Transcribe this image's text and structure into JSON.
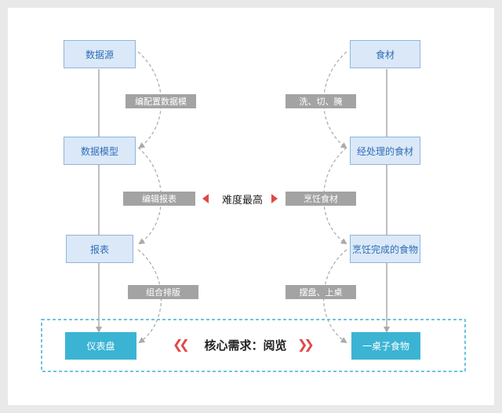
{
  "left_flow": {
    "nodes": [
      "数据源",
      "数据模型",
      "报表"
    ],
    "final": "仪表盘",
    "steps": [
      "编配置数据模",
      "编辑报表",
      "组合排版"
    ]
  },
  "right_flow": {
    "nodes": [
      "食材",
      "经处理的食材",
      "烹饪完成的食物"
    ],
    "final": "一桌子食物",
    "steps": [
      "洗、切、腌",
      "烹饪食材",
      "摆盘、上桌"
    ]
  },
  "difficulty_label": "难度最高",
  "core_label": "核心需求：阅览",
  "colors": {
    "node_fill": "#dbe8f8",
    "node_border": "#8fb4de",
    "node_text": "#2f6fb6",
    "final_fill": "#3bb4d4",
    "step_fill": "#a3a3a3",
    "accent_red": "#e04848",
    "dashed_frame": "#3bb4d4"
  }
}
